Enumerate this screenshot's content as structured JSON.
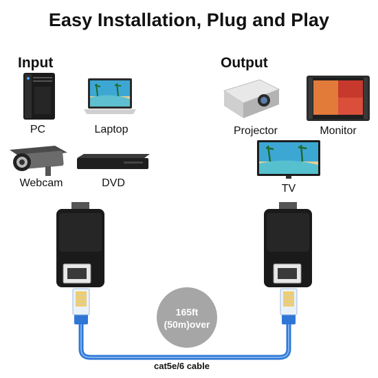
{
  "title": "Easy Installation, Plug and Play",
  "input": {
    "heading": "Input",
    "devices": [
      "PC",
      "Laptop",
      "Webcam",
      "DVD"
    ]
  },
  "output": {
    "heading": "Output",
    "devices": [
      "Projector",
      "Monitor",
      "TV"
    ]
  },
  "distance_badge": {
    "line1": "165ft",
    "line2": "(50m)over"
  },
  "cable_label": "cat5e/6 cable",
  "colors": {
    "cable": "#2f77d6",
    "badge": "#a6a6a6",
    "extender": "#1a1a1a"
  }
}
